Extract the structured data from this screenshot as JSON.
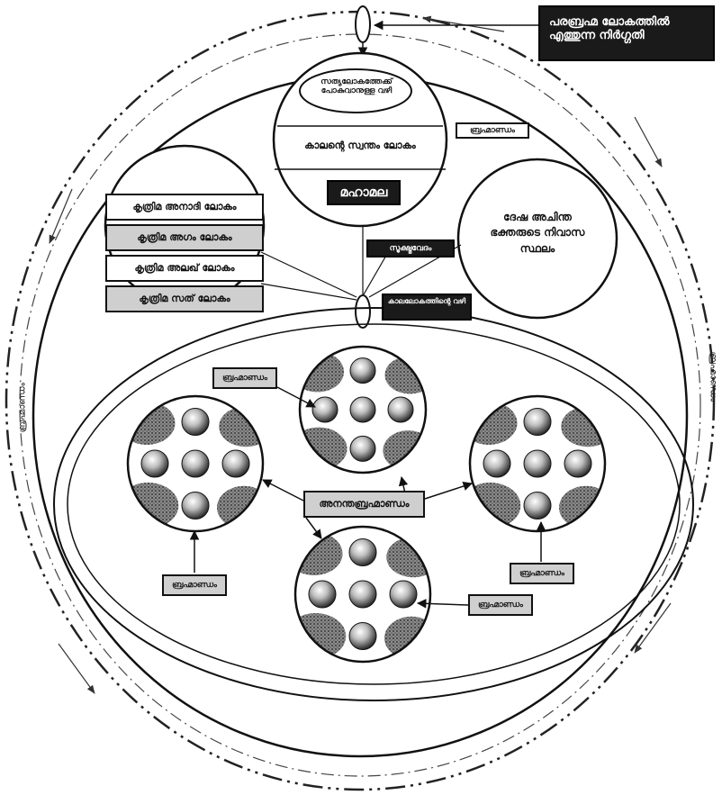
{
  "title_box": "പരബ്രഹ്മ ലോകത്തിൽ എത്തുന്ന നിർഗ്ഗതി",
  "top_circle": {
    "header": "സത്യലോകത്തേക്ക് പോകുവാനുള്ള വഴി",
    "middle": "കാലന്റെ സ്വന്തം ലോകം",
    "dark": "മഹാമല",
    "side_tag": "ബ്രഹ്മാണ്ഡം"
  },
  "left_circle": {
    "rows": [
      "കൃത്രിമ അനാദി ലോകം",
      "കൃത്രിമ അഗം ലോകം",
      "കൃത്രിമ അലഖ് ലോകം",
      "കൃത്രിമ സത് ലോകം"
    ]
  },
  "right_circle": {
    "text": "ദേഷ അചിന്ത ഭക്തരുടെ നിവാസ സ്ഥലം"
  },
  "center_dark_tag": "സൂക്ഷ്മവേദം",
  "lower_dark_tag": "കാലലോകത്തിന്റെ വഴി",
  "brahmanda_label": "ബ്രഹ്മാണ്ഡം",
  "center_label": "അനന്തബ്രഹ്മാണ്ഡം",
  "side_text_left": "ബ്രഹ്മാണ്ഡം",
  "side_text_right": "ബ്രഹ്മാണ്ഡം",
  "colors": {
    "dark": "#1a1a1a",
    "grey_box": "#cfcfcf",
    "planet_fill": "#9a9a9a"
  }
}
